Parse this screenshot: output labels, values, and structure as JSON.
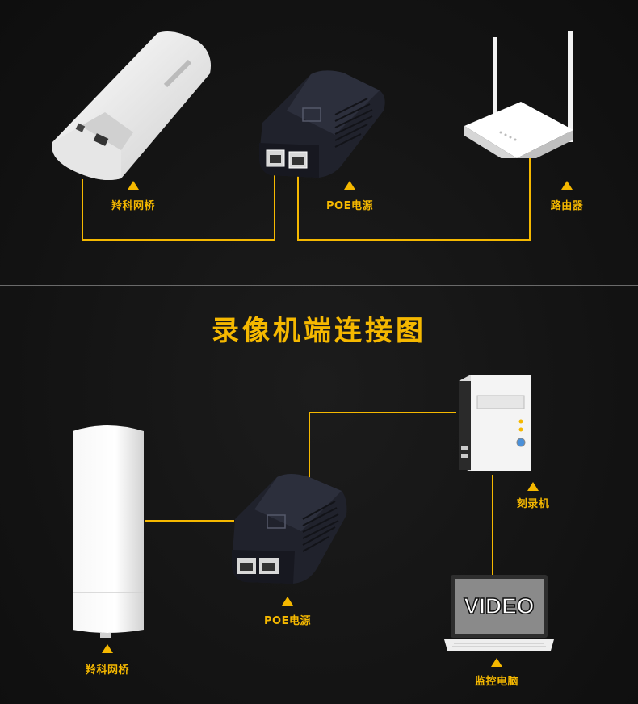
{
  "top_section": {
    "labels": {
      "bridge": "羚科网桥",
      "poe": "POE电源",
      "router": "路由器"
    }
  },
  "bottom_section": {
    "title": "录像机端连接图",
    "labels": {
      "bridge": "羚科网桥",
      "poe": "POE电源",
      "recorder": "刻录机",
      "monitor": "监控电脑"
    },
    "screen_text": "VIDEO"
  },
  "colors": {
    "wire": "#f5b800",
    "label": "#f5b800",
    "background": "#141414",
    "device_white": "#eeeeee",
    "device_black": "#1a1a22"
  }
}
